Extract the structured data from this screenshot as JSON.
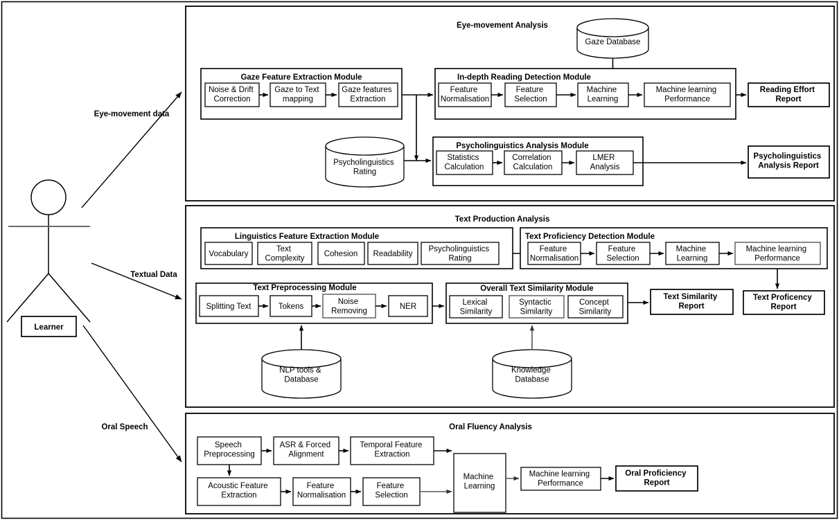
{
  "diagram": {
    "title_visible": false,
    "actor": {
      "label": "Learner"
    },
    "flow_labels": {
      "eye": "Eye-movement data",
      "text": "Textual Data",
      "speech": "Oral Speech"
    },
    "sections": [
      {
        "id": "eye-movement-analysis",
        "title": "Eye-movement Analysis",
        "modules": [
          {
            "id": "gaze-feature-extraction-module",
            "title": "Gaze Feature Extraction Module",
            "steps": [
              "Noise & Drift\nCorrection",
              "Gaze to Text\nmapping",
              "Gaze features\nExtraction"
            ]
          },
          {
            "id": "in-depth-reading-detection-module",
            "title": "In-depth Reading Detection Module",
            "steps": [
              "Feature\nNormalisation",
              "Feature\nSelection",
              "Machine\nLearning",
              "Machine learning\nPerformance"
            ]
          },
          {
            "id": "psycholinguistics-analysis-module",
            "title": "Psycholinguistics Analysis Module",
            "steps": [
              "Statistics\nCalculation",
              "Correlation\nCalculation",
              "LMER\nAnalysis"
            ]
          }
        ],
        "databases": [
          {
            "id": "gaze-database",
            "label": "Gaze Database"
          },
          {
            "id": "psycholinguistics-rating-database",
            "label": "Psycholinguistics\nRating"
          }
        ],
        "reports": [
          {
            "id": "reading-effort-report",
            "label": "Reading Effort\nReport"
          },
          {
            "id": "psycholinguistics-analysis-report",
            "label": "Psycholinguistics\nAnalysis Report"
          }
        ]
      },
      {
        "id": "text-production-analysis",
        "title": "Text Production Analysis",
        "modules": [
          {
            "id": "linguistics-feature-extraction-module",
            "title": "Linguistics Feature Extraction Module",
            "steps": [
              "Vocabulary",
              "Text\nComplexity",
              "Cohesion",
              "Readability",
              "Psycholinguistics\nRating"
            ]
          },
          {
            "id": "text-proficiency-detection-module",
            "title": "Text Proficiency Detection Module",
            "steps": [
              "Feature\nNormalisation",
              "Feature\nSelection",
              "Machine\nLearning",
              "Machine learning\nPerformance"
            ]
          },
          {
            "id": "text-preprocessing-module",
            "title": "Text Preprocessing Module",
            "steps": [
              "Splitting Text",
              "Tokens",
              "Noise\nRemoving",
              "NER"
            ]
          },
          {
            "id": "overall-text-similarity-module",
            "title": "Overall Text Similarity Module",
            "steps": [
              "Lexical\nSimilarity",
              "Syntactic\nSimilarity",
              "Concept\nSimilarity"
            ]
          }
        ],
        "databases": [
          {
            "id": "nlp-tools-database",
            "label": "NLP tools &\nDatabase"
          },
          {
            "id": "knowledge-database",
            "label": "Knowledge\nDatabase"
          }
        ],
        "reports": [
          {
            "id": "text-similarity-report",
            "label": "Text Similarity\nReport"
          },
          {
            "id": "text-proficiency-report",
            "label": "Text Proficency\nReport"
          }
        ]
      },
      {
        "id": "oral-fluency-analysis",
        "title": "Oral Fluency Analysis",
        "modules": [
          {
            "id": "oral-pipeline-top",
            "title": "",
            "steps": [
              "Speech\nPreprocessing",
              "ASR & Forced\nAlignment",
              "Temporal Feature\nExtraction"
            ]
          },
          {
            "id": "oral-pipeline-bottom",
            "title": "",
            "steps": [
              "Acoustic Feature\nExtraction",
              "Feature\nNormalisation",
              "Feature\nSelection"
            ]
          },
          {
            "id": "oral-pipeline-tail",
            "title": "",
            "steps": [
              "Machine\nLearning",
              "Machine learning\nPerformance"
            ]
          }
        ],
        "databases": [],
        "reports": [
          {
            "id": "oral-proficiency-report",
            "label": "Oral Proficiency\nReport"
          }
        ]
      }
    ],
    "colors": {
      "stroke": "#000000",
      "shadow_stroke": "#555555",
      "background": "#ffffff"
    }
  }
}
